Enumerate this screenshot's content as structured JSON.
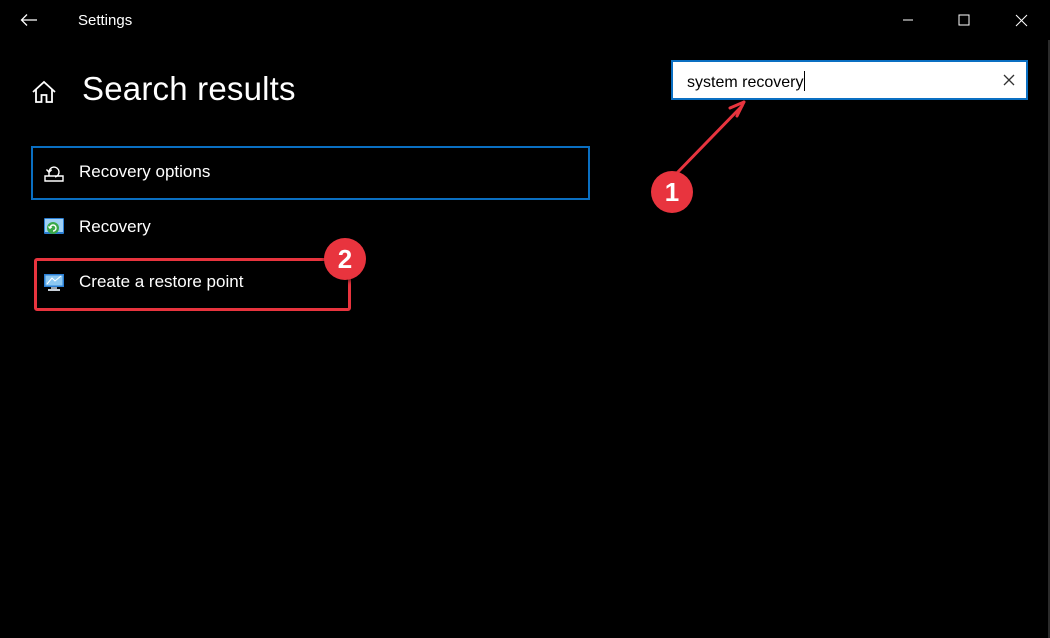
{
  "window": {
    "title": "Settings"
  },
  "header": {
    "page_title": "Search results"
  },
  "search": {
    "value": "system recovery"
  },
  "results": [
    {
      "label": "Recovery options",
      "icon": "recovery-options-icon",
      "selected": true
    },
    {
      "label": "Recovery",
      "icon": "recovery-control-panel-icon",
      "selected": false
    },
    {
      "label": "Create a restore point",
      "icon": "system-restore-icon",
      "selected": false
    }
  ],
  "annotations": {
    "step1": "1",
    "step2": "2",
    "color": "#e8343e"
  },
  "colors": {
    "background": "#000000",
    "accent": "#0a6fc2",
    "text": "#ffffff"
  }
}
